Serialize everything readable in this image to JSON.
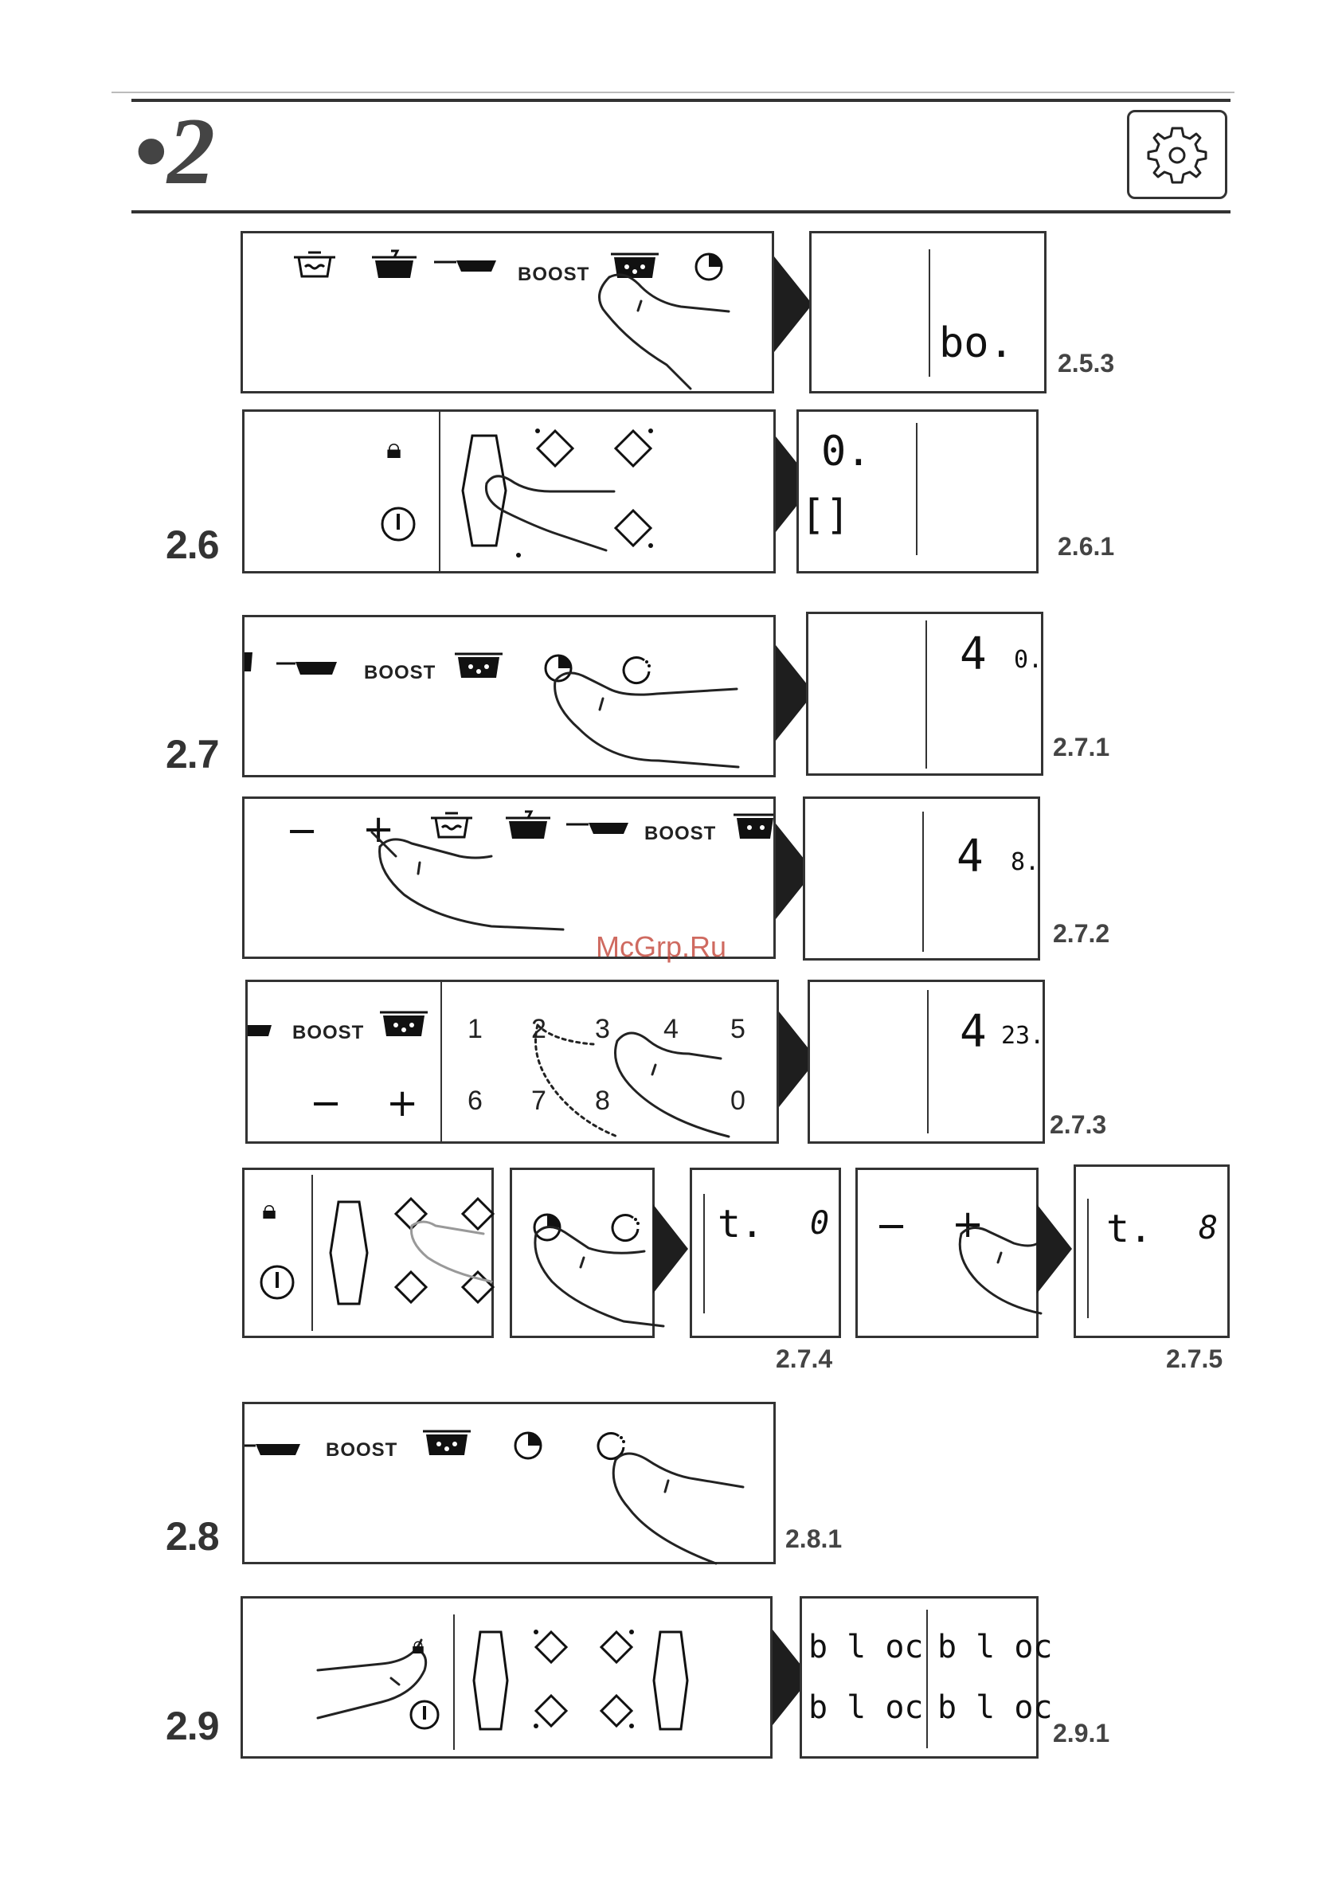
{
  "header": {
    "chapter_number": "•2",
    "settings_icon": "gear-icon"
  },
  "sections": {
    "s26": "2.6",
    "s27": "2.7",
    "s28": "2.8",
    "s29": "2.9"
  },
  "figures": {
    "f253": "2.5.3",
    "f261": "2.6.1",
    "f271": "2.7.1",
    "f272": "2.7.2",
    "f273": "2.7.3",
    "f274": "2.7.4",
    "f275": "2.7.5",
    "f281": "2.8.1",
    "f291": "2.9.1"
  },
  "boost_label": "BOOST",
  "displays": {
    "d253": "bo.",
    "d261_top": "0.",
    "d261_bottom": "[]",
    "d271_main": "4",
    "d271_sub": "0.",
    "d272_main": "4",
    "d272_sub": "8.",
    "d273_main": "4",
    "d273_sub": "23.",
    "d274_left": "t.",
    "d274_right": "0",
    "d275_left": "t.",
    "d275_right": "8",
    "d291_text": "b l oc"
  },
  "keypad": {
    "top_row": [
      "1",
      "2",
      "3",
      "4",
      "5"
    ],
    "bottom_row": [
      "6",
      "7",
      "8",
      "0"
    ]
  },
  "controls": {
    "minus": "−",
    "plus": "+"
  },
  "watermark": "McGrp.Ru"
}
